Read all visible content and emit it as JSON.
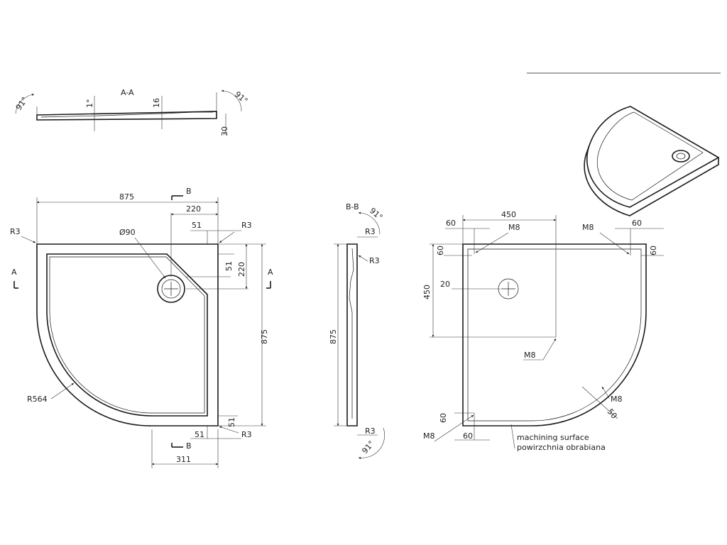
{
  "section_aa": {
    "title": "A-A",
    "angle_left": "91°",
    "angle_right": "91°",
    "slope": "1°",
    "depth": "16",
    "height": "30"
  },
  "plan": {
    "width": "875",
    "height": "875",
    "drain_offset_x": "220",
    "drain_offset_y": "220",
    "drain_diameter": "Ø90",
    "corner_top": "51",
    "corner_right": "51",
    "corner_bottom_h": "51",
    "corner_bottom_v": "51",
    "radius_corner_tl": "R3",
    "radius_corner_tr": "R3",
    "radius_corner_br": "R3",
    "radius_arc": "R564",
    "arc_tangent": "311",
    "section_b": "B",
    "section_a": "A"
  },
  "section_bb": {
    "title": "B-B",
    "angle": "91°",
    "angle_bottom": "91°",
    "r_top": "R3",
    "r_mid": "R3",
    "r_bottom": "R3",
    "height": "875"
  },
  "bottom_view": {
    "width": "450",
    "height": "450",
    "edge_top_left": "60",
    "edge_top_right": "60",
    "edge_left_top": "60",
    "edge_right_top": "60",
    "edge_left_bottom": "60",
    "edge_bottom_left": "60",
    "drain_offset": "20",
    "thread_tl": "M8",
    "thread_tr": "M8",
    "thread_center": "M8",
    "thread_arc": "M8",
    "thread_bl": "M8",
    "arc_edge": "50",
    "surface_en": "machining surface",
    "surface_pl": "powirzchnia obrabiana"
  }
}
